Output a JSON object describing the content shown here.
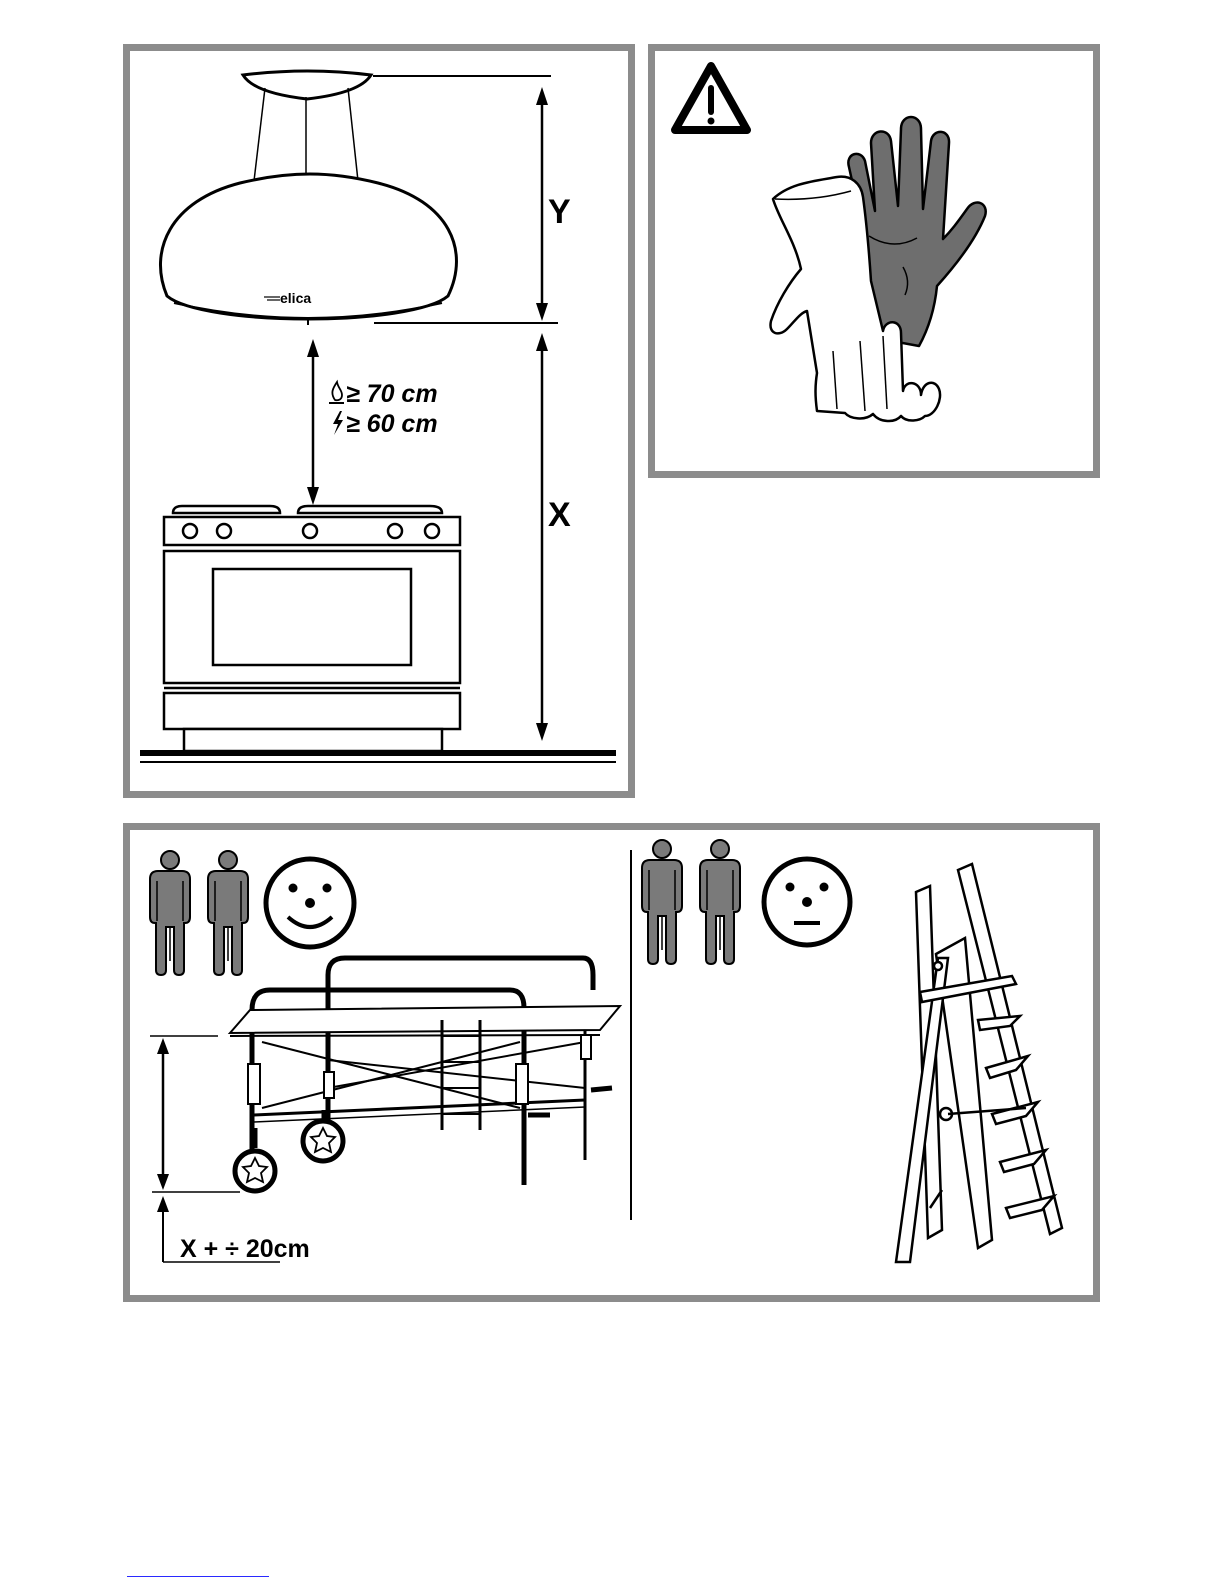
{
  "hood_panel": {
    "label_y": "Y",
    "label_x": "X",
    "brand": "elica",
    "gas_distance": "≥ 70 cm",
    "electric_distance": "≥ 60 cm",
    "gas_icon": "flame-icon",
    "electric_icon": "lightning-icon"
  },
  "gloves_panel": {
    "warning_icon": "warning-triangle-icon"
  },
  "access_panel": {
    "scaffold_height_label": "X + ÷ 20cm",
    "happy_face_icon": "smiling-face-icon",
    "neutral_face_icon": "neutral-face-icon",
    "person_icon": "person-icon"
  },
  "colors": {
    "panel_border": "#8c8c8c",
    "figure_gray": "#7a7a7a",
    "glove_dark": "#6e6e6e",
    "ink": "#000000"
  }
}
